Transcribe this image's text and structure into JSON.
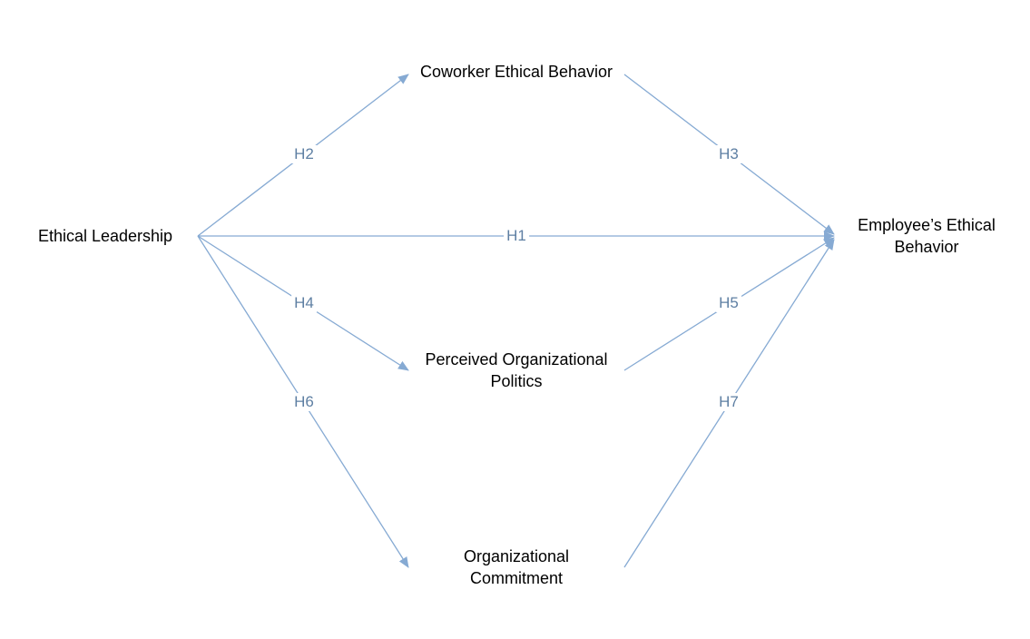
{
  "colors": {
    "edge": "#86aad3",
    "edge_label": "#5e7fa3",
    "node_text": "#000000"
  },
  "nodes": {
    "ethical_leadership": {
      "lines": [
        "Ethical Leadership"
      ]
    },
    "coworker_ethical_behavior": {
      "lines": [
        "Coworker Ethical Behavior"
      ]
    },
    "perceived_organizational_politics": {
      "lines": [
        "Perceived Organizational",
        "Politics"
      ]
    },
    "organizational_commitment": {
      "lines": [
        "Organizational",
        "Commitment"
      ]
    },
    "employees_ethical_behavior": {
      "lines": [
        "Employee’s Ethical",
        "Behavior"
      ]
    }
  },
  "edges": [
    {
      "id": "h1",
      "label": "H1",
      "from": "Ethical Leadership",
      "to": "Employee’s Ethical Behavior"
    },
    {
      "id": "h2",
      "label": "H2",
      "from": "Ethical Leadership",
      "to": "Coworker Ethical Behavior"
    },
    {
      "id": "h3",
      "label": "H3",
      "from": "Coworker Ethical Behavior",
      "to": "Employee’s Ethical Behavior"
    },
    {
      "id": "h4",
      "label": "H4",
      "from": "Ethical Leadership",
      "to": "Perceived Organizational Politics"
    },
    {
      "id": "h5",
      "label": "H5",
      "from": "Perceived Organizational Politics",
      "to": "Employee’s Ethical Behavior"
    },
    {
      "id": "h6",
      "label": "H6",
      "from": "Ethical Leadership",
      "to": "Organizational Commitment"
    },
    {
      "id": "h7",
      "label": "H7",
      "from": "Organizational Commitment",
      "to": "Employee’s Ethical Behavior"
    }
  ]
}
